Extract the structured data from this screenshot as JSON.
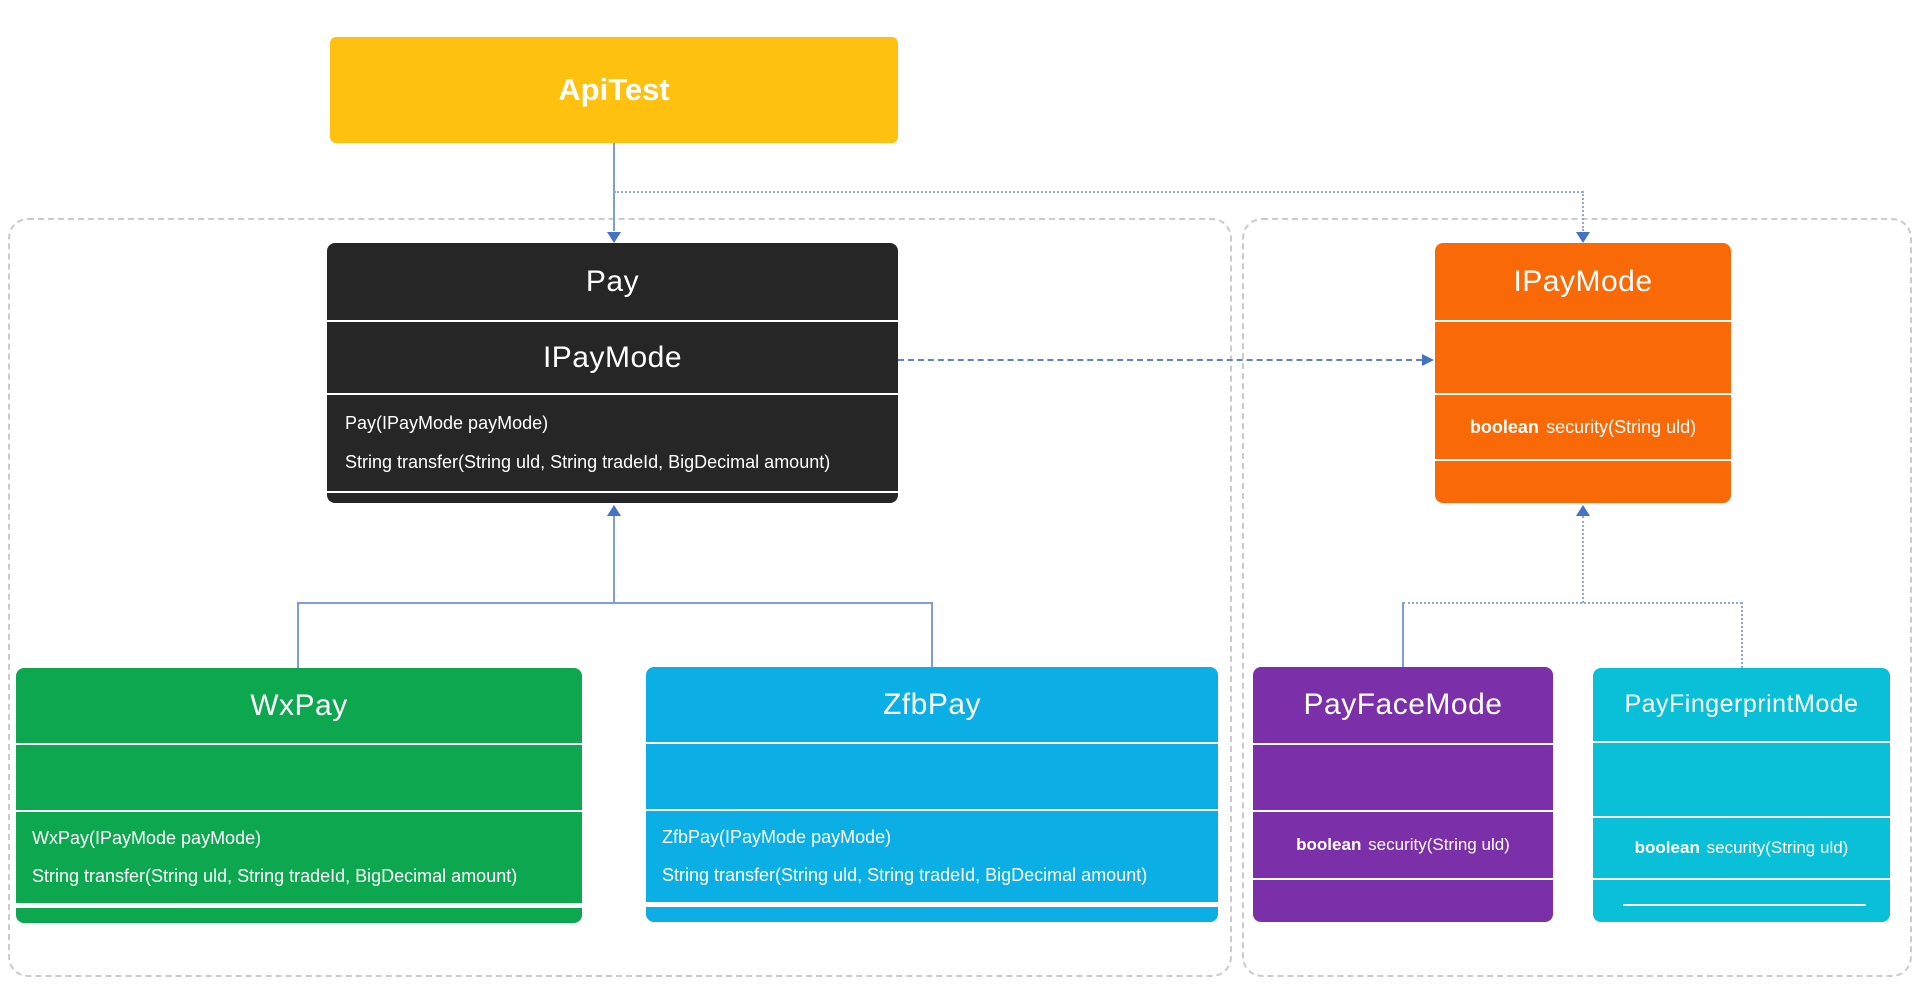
{
  "diagram": {
    "nodes": {
      "apitest": {
        "title": "ApiTest",
        "color": "#FFC110"
      },
      "pay": {
        "title": "Pay",
        "field": "IPayMode",
        "methods": [
          "Pay(IPayMode payMode)",
          "String transfer(String uld, String tradeId, BigDecimal amount)"
        ],
        "color": "#262626"
      },
      "ipaymode": {
        "title": "IPayMode",
        "method_keyword": "boolean",
        "method_body": "security(String uld)",
        "color": "#F96907"
      },
      "wxpay": {
        "title": "WxPay",
        "methods": [
          "WxPay(IPayMode payMode)",
          "String transfer(String uld, String tradeId, BigDecimal amount)"
        ],
        "color": "#0DA750"
      },
      "zfbpay": {
        "title": "ZfbPay",
        "methods": [
          "ZfbPay(IPayMode payMode)",
          "String transfer(String uld, String tradeId, BigDecimal amount)"
        ],
        "color": "#0CAEE6"
      },
      "payfacemode": {
        "title": "PayFaceMode",
        "method_keyword": "boolean",
        "method_body": "security(String uld)",
        "color": "#7B2FA8"
      },
      "payfingerprintmode": {
        "title": "PayFingerprintMode",
        "method_keyword": "boolean",
        "method_body": "security(String uld)",
        "color": "#0ABFD8"
      }
    },
    "connector_colors": {
      "line": "#7e9ed9",
      "arrowhead": "#4472C4",
      "frame_dash": "#cbcbcb"
    }
  }
}
